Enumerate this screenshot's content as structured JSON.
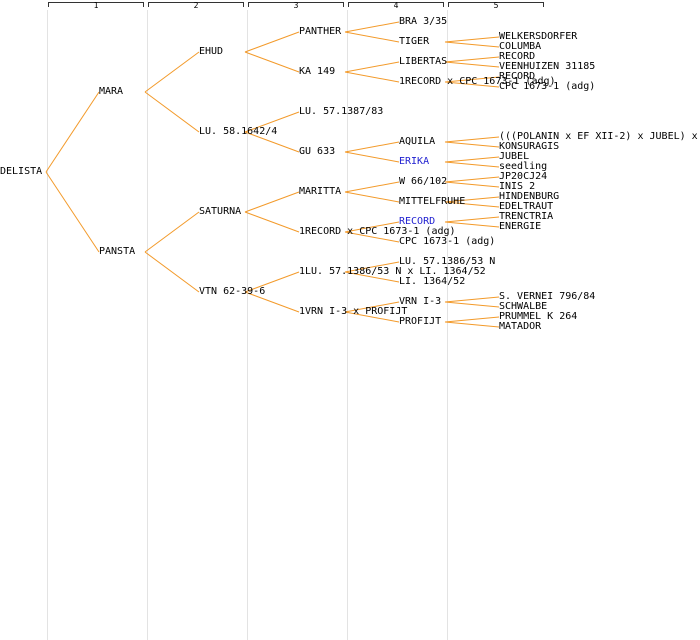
{
  "columns": [
    "1",
    "2",
    "3",
    "4",
    "5"
  ],
  "colors": {
    "line": "#f39a2a",
    "text": "#000000",
    "highlight": "#1f1fd0",
    "grid": "#e3e3e3"
  },
  "tree": {
    "label": "DELISTA",
    "children": [
      {
        "label": "MARA",
        "children": [
          {
            "label": "EHUD",
            "children": [
              {
                "label": "PANTHER",
                "children": [
                  {
                    "label": "BRA 3/35"
                  },
                  {
                    "label": "TIGER",
                    "children": [
                      {
                        "label": "WELKERSDORFER"
                      },
                      {
                        "label": "COLUMBA"
                      }
                    ]
                  }
                ]
              },
              {
                "label": "KA 149",
                "children": [
                  {
                    "label": "LIBERTAS",
                    "children": [
                      {
                        "label": "RECORD"
                      },
                      {
                        "label": "VEENHUIZEN 31185"
                      }
                    ]
                  },
                  {
                    "label": "1RECORD x CPC 1673-1 (adg)",
                    "children": [
                      {
                        "label": "RECORD"
                      },
                      {
                        "label": "CPC 1673-1 (adg)"
                      }
                    ]
                  }
                ]
              }
            ]
          },
          {
            "label": "LU. 58.1642/4",
            "children": [
              {
                "label": "LU. 57.1387/83"
              },
              {
                "label": "GU 633",
                "children": [
                  {
                    "label": "AQUILA",
                    "children": [
                      {
                        "label": "(((POLANIN x EF XII-2) x JUBEL) x"
                      },
                      {
                        "label": "KONSURAGIS"
                      }
                    ]
                  },
                  {
                    "label": "ERIKA",
                    "highlight": true,
                    "children": [
                      {
                        "label": "JUBEL"
                      },
                      {
                        "label": "seedling"
                      }
                    ]
                  }
                ]
              }
            ]
          }
        ]
      },
      {
        "label": "PANSTA",
        "children": [
          {
            "label": "SATURNA",
            "children": [
              {
                "label": "MARITTA",
                "children": [
                  {
                    "label": "W 66/102",
                    "children": [
                      {
                        "label": "JP20CJ24"
                      },
                      {
                        "label": "INIS 2"
                      }
                    ]
                  },
                  {
                    "label": "MITTELFRUHE",
                    "children": [
                      {
                        "label": "HINDENBURG"
                      },
                      {
                        "label": "EDELTRAUT"
                      }
                    ]
                  }
                ]
              },
              {
                "label": "1RECORD x CPC 1673-1 (adg)",
                "children": [
                  {
                    "label": "RECORD",
                    "highlight": true,
                    "children": [
                      {
                        "label": "TRENCTRIA"
                      },
                      {
                        "label": "ENERGIE"
                      }
                    ]
                  },
                  {
                    "label": "CPC 1673-1 (adg)"
                  }
                ]
              }
            ]
          },
          {
            "label": "VTN 62-39-6",
            "children": [
              {
                "label": "1LU. 57.1386/53 N x LI. 1364/52",
                "children": [
                  {
                    "label": "LU. 57.1386/53 N"
                  },
                  {
                    "label": "LI. 1364/52"
                  }
                ]
              },
              {
                "label": "1VRN I-3 x PROFIJT",
                "children": [
                  {
                    "label": "VRN I-3",
                    "children": [
                      {
                        "label": "S. VERNEI 796/84"
                      },
                      {
                        "label": "SCHWALBE"
                      }
                    ]
                  },
                  {
                    "label": "PROFIJT",
                    "children": [
                      {
                        "label": "PRUMMEL K 264"
                      },
                      {
                        "label": "MATADOR"
                      }
                    ]
                  }
                ]
              }
            ]
          }
        ]
      }
    ]
  }
}
